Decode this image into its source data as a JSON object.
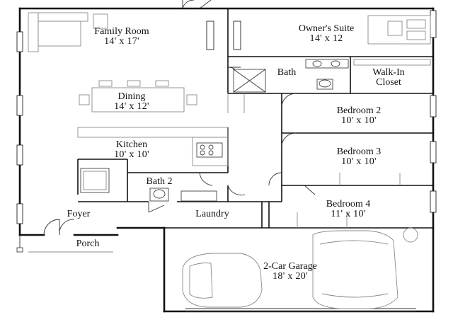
{
  "rooms": {
    "family_room": {
      "name": "Family Room",
      "dims": "14' x 17'"
    },
    "owners_suite": {
      "name": "Owner's Suite",
      "dims": "14' x 12"
    },
    "bath": {
      "name": "Bath"
    },
    "walk_in": {
      "line1": "Walk-In",
      "line2": "Closet"
    },
    "dining": {
      "name": "Dining",
      "dims": "14' x 12'"
    },
    "bedroom2": {
      "name": "Bedroom 2",
      "dims": "10' x 10'"
    },
    "kitchen": {
      "name": "Kitchen",
      "dims": "10' x 10'"
    },
    "bedroom3": {
      "name": "Bedroom 3",
      "dims": "10' x 10'"
    },
    "bath2": {
      "name": "Bath 2"
    },
    "bedroom4": {
      "name": "Bedroom 4",
      "dims": "11' x 10'"
    },
    "foyer": {
      "name": "Foyer"
    },
    "laundry": {
      "name": "Laundry"
    },
    "garage": {
      "name": "2-Car Garage",
      "dims": "18' x 20'"
    },
    "porch": {
      "name": "Porch"
    }
  }
}
